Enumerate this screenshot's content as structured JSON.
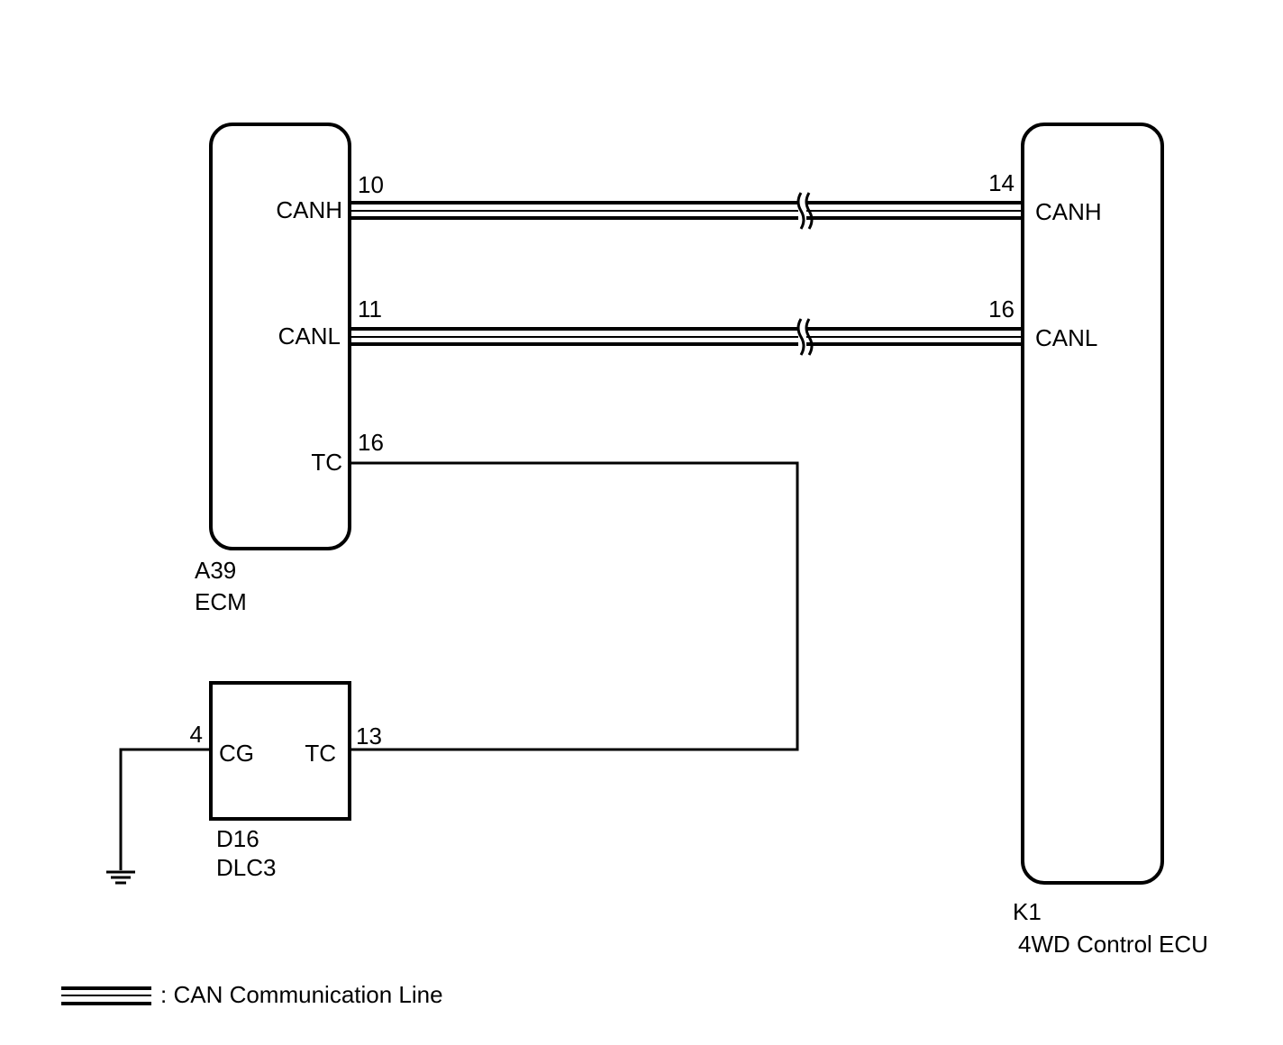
{
  "ecm": {
    "connector": "A39",
    "name": "ECM",
    "pins": {
      "canh": {
        "number": "10",
        "label": "CANH"
      },
      "canl": {
        "number": "11",
        "label": "CANL"
      },
      "tc": {
        "number": "16",
        "label": "TC"
      }
    }
  },
  "awd_ecu": {
    "connector": "K1",
    "name": "4WD Control ECU",
    "pins": {
      "canh": {
        "number": "14",
        "label": "CANH"
      },
      "canl": {
        "number": "16",
        "label": "CANL"
      }
    }
  },
  "dlc3": {
    "connector": "D16",
    "name": "DLC3",
    "pins": {
      "cg": {
        "number": "4",
        "label": "CG"
      },
      "tc": {
        "number": "13",
        "label": "TC"
      }
    }
  },
  "legend": {
    "can_line": ": CAN Communication Line"
  },
  "colors": {
    "line": "#000000",
    "background": "#ffffff"
  }
}
